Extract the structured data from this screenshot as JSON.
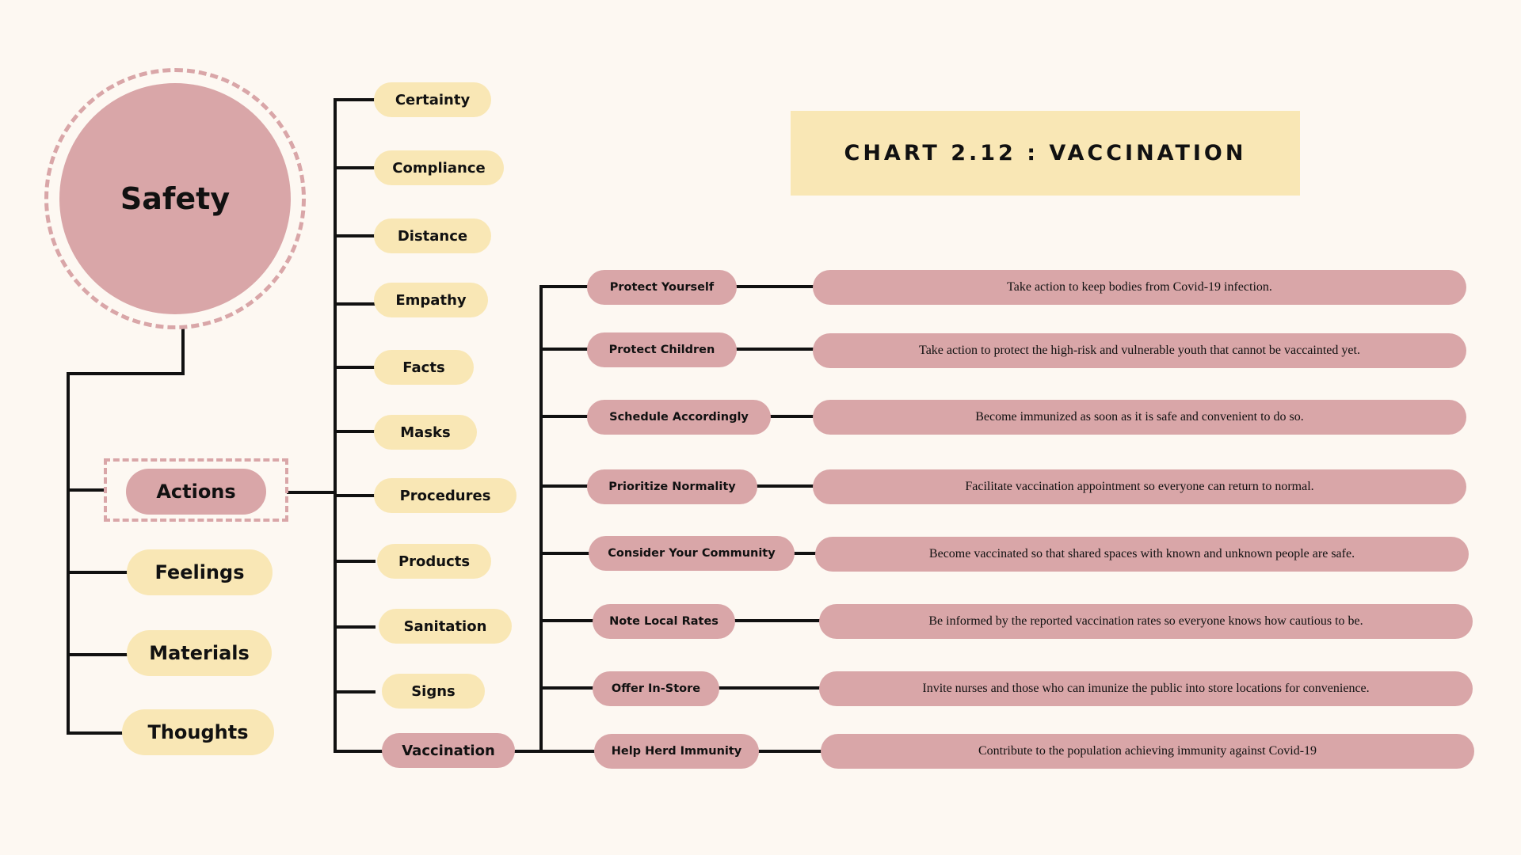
{
  "title": "CHART 2.12 : VACCINATION",
  "root": "Safety",
  "categories": [
    "Actions",
    "Feelings",
    "Materials",
    "Thoughts"
  ],
  "action_items": [
    "Certainty",
    "Compliance",
    "Distance",
    "Empathy",
    "Facts",
    "Masks",
    "Procedures",
    "Products",
    "Sanitation",
    "Signs",
    "Vaccination"
  ],
  "vaccination_actions": [
    {
      "label": "Protect Yourself",
      "description": "Take action to keep bodies from Covid-19 infection."
    },
    {
      "label": "Protect Children",
      "description": "Take action to protect the high-risk and vulnerable youth that cannot be vaccainted yet."
    },
    {
      "label": "Schedule Accordingly",
      "description": "Become immunized as soon as it is safe and convenient to do so."
    },
    {
      "label": "Prioritize Normality",
      "description": "Facilitate vaccination appointment so everyone can return to normal."
    },
    {
      "label": "Consider Your Community",
      "description": "Become vaccinated so that shared spaces with known and unknown people are safe."
    },
    {
      "label": "Note Local Rates",
      "description": "Be informed by the reported vaccination rates so everyone knows how cautious to be."
    },
    {
      "label": "Offer In-Store",
      "description": "Invite nurses and those who can imunize the public into store locations for convenience."
    },
    {
      "label": "Help Herd Immunity",
      "description": "Contribute to the population achieving immunity against Covid-19"
    }
  ],
  "colors": {
    "background": "#fdf8f2",
    "pink": "#d9a6a8",
    "yellow": "#f9e7b5",
    "line": "#111111"
  }
}
